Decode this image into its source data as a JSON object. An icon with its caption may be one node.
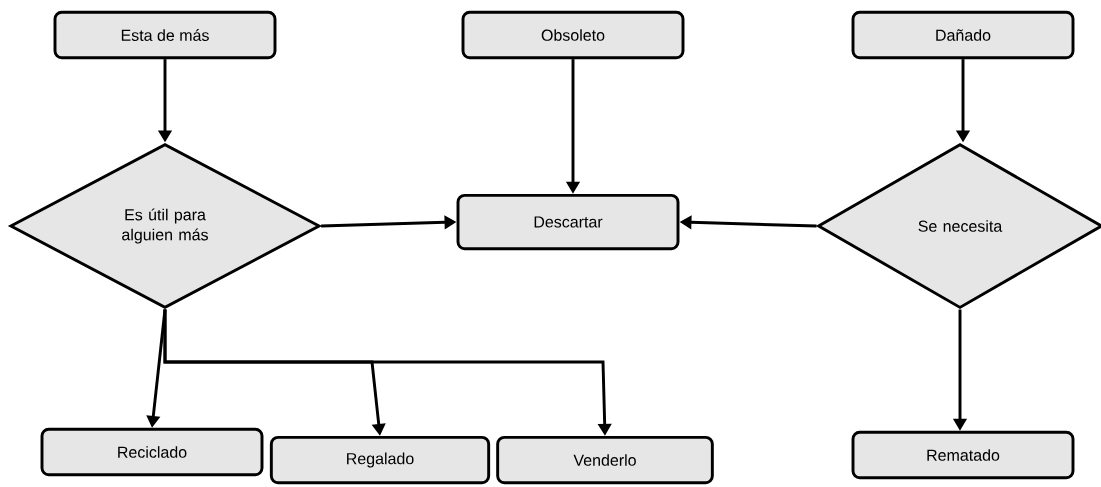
{
  "diagram": {
    "nodes": [
      {
        "text": [
          "Esta de más"
        ]
      },
      {
        "text": [
          "Obsoleto"
        ]
      },
      {
        "text": [
          "Dañado"
        ]
      },
      {
        "text": [
          "Es útil para alguien más"
        ]
      },
      {
        "text": [
          "Descartar"
        ]
      },
      {
        "text": [
          "Se necesita"
        ]
      },
      {
        "text": [
          "Reciclado"
        ]
      },
      {
        "text": [
          "Regalado"
        ]
      },
      {
        "text": [
          "Venderlo"
        ]
      },
      {
        "text": [
          "Rematado"
        ]
      }
    ],
    "edges": [
      {
        "from": 0,
        "to": 3,
        "arrow": "to"
      },
      {
        "from": 1,
        "to": 4,
        "arrow": "to"
      },
      {
        "from": 2,
        "to": 5,
        "arrow": "to"
      },
      {
        "from": 3,
        "to": 4,
        "arrow": "to"
      },
      {
        "from": 5,
        "to": 4,
        "arrow": "to"
      },
      {
        "from": 3,
        "to": 6,
        "arrow": "to"
      },
      {
        "from": 3,
        "to": 7,
        "arrow": "to"
      },
      {
        "from": 3,
        "to": 8,
        "arrow": "to"
      },
      {
        "from": 5,
        "to": 9,
        "arrow": "to"
      }
    ]
  }
}
